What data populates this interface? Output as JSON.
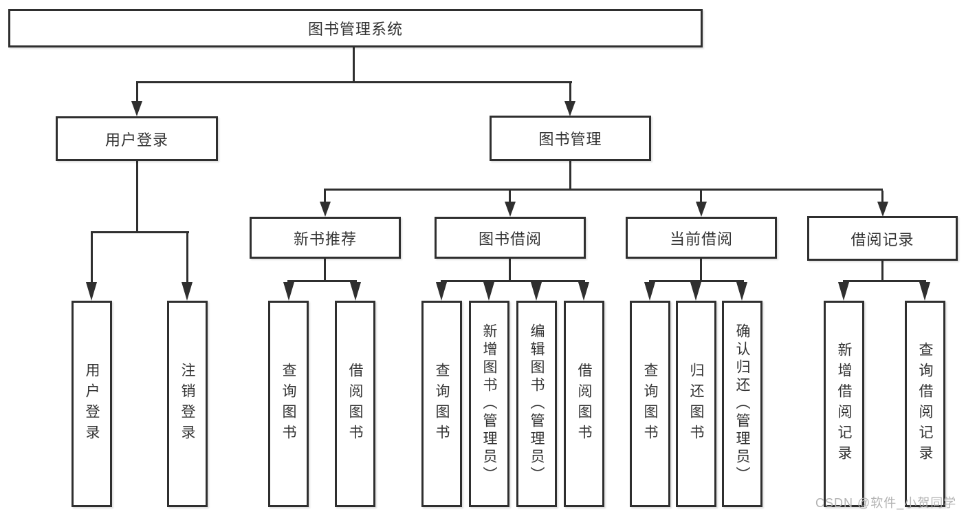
{
  "diagram_title": "图书管理系统",
  "watermark": {
    "text": "CSDN @软件_小贺同学"
  },
  "colors": {
    "line": "#2f2f2f",
    "box_border": "#2f2f2f",
    "text": "#333333",
    "watermark": "#b3b3b3",
    "background": "#ffffff"
  },
  "nodes": {
    "root": "图书管理系统",
    "level2": {
      "user_login": "用户登录",
      "book_management": "图书管理"
    },
    "level3": {
      "new_book_recommend": "新书推荐",
      "book_borrowing": "图书借阅",
      "current_borrowing": "当前借阅",
      "borrowing_records": "借阅记录"
    },
    "leaves": {
      "user_login": "用户登录",
      "logout": "注销登录",
      "nb_query_books": "查询图书",
      "nb_borrow_books": "借阅图书",
      "bb_query_books": "查询图书",
      "bb_add_books_admin": "新增图书（管理员）",
      "bb_edit_books_admin": "编辑图书（管理员）",
      "bb_borrow_books": "借阅图书",
      "cb_query_books": "查询图书",
      "cb_return_books": "归还图书",
      "cb_confirm_return_admin": "确认归还（管理员）",
      "br_add_record": "新增借阅记录",
      "br_query_record": "查询借阅记录"
    }
  }
}
